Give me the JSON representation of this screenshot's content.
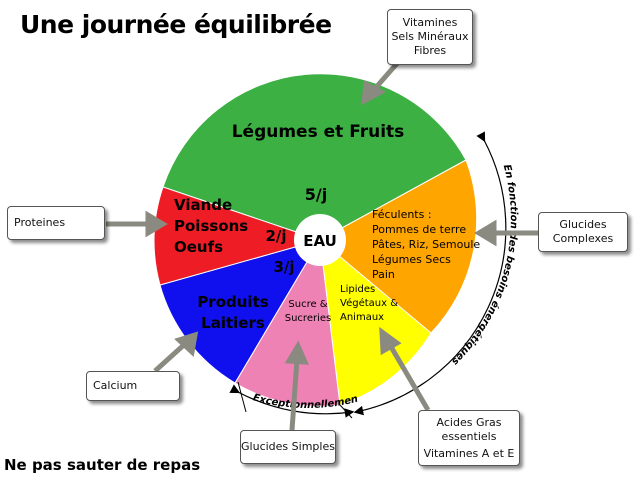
{
  "title": "Une journée équilibrée",
  "footer": "Ne pas sauter de repas",
  "center_label": "EAU",
  "segments": {
    "legumes": {
      "label": "Légumes et Fruits",
      "portion": "5/j",
      "color": "#3cb043"
    },
    "feculents": {
      "lines": [
        "Féculents :",
        "Pommes de terre",
        "Pâtes, Riz, Semoule",
        "Légumes Secs",
        "Pain"
      ],
      "color": "#ffa500"
    },
    "lipides": {
      "lines": [
        "Lipides",
        "Végétaux &",
        "Animaux"
      ],
      "color": "#ffff00"
    },
    "sucre": {
      "lines": [
        "Sucre &",
        "Sucreries"
      ],
      "color": "#ee82b4"
    },
    "laitiers": {
      "lines": [
        "Produits",
        "Laitiers"
      ],
      "portion": "3/j",
      "color": "#1010ee"
    },
    "viande": {
      "lines": [
        "Viande",
        "Poissons",
        "Oeufs"
      ],
      "portion": "2/j",
      "color": "#ee1c25"
    }
  },
  "arc_labels": {
    "besoins": "En fonction des besoins énergétiques",
    "exceptionnellement": "Exceptionnellement"
  },
  "callouts": {
    "vitamines": [
      "Vitamines",
      "Sels Minéraux",
      "Fibres"
    ],
    "proteines": [
      "Proteines"
    ],
    "glucides_complexes": [
      "Glucides",
      "Complexes"
    ],
    "calcium": [
      "Calcium"
    ],
    "glucides_simples": [
      "Glucides Simples"
    ],
    "acides_gras": [
      "Acides Gras",
      "essentiels",
      "Vitamines A et E"
    ]
  }
}
